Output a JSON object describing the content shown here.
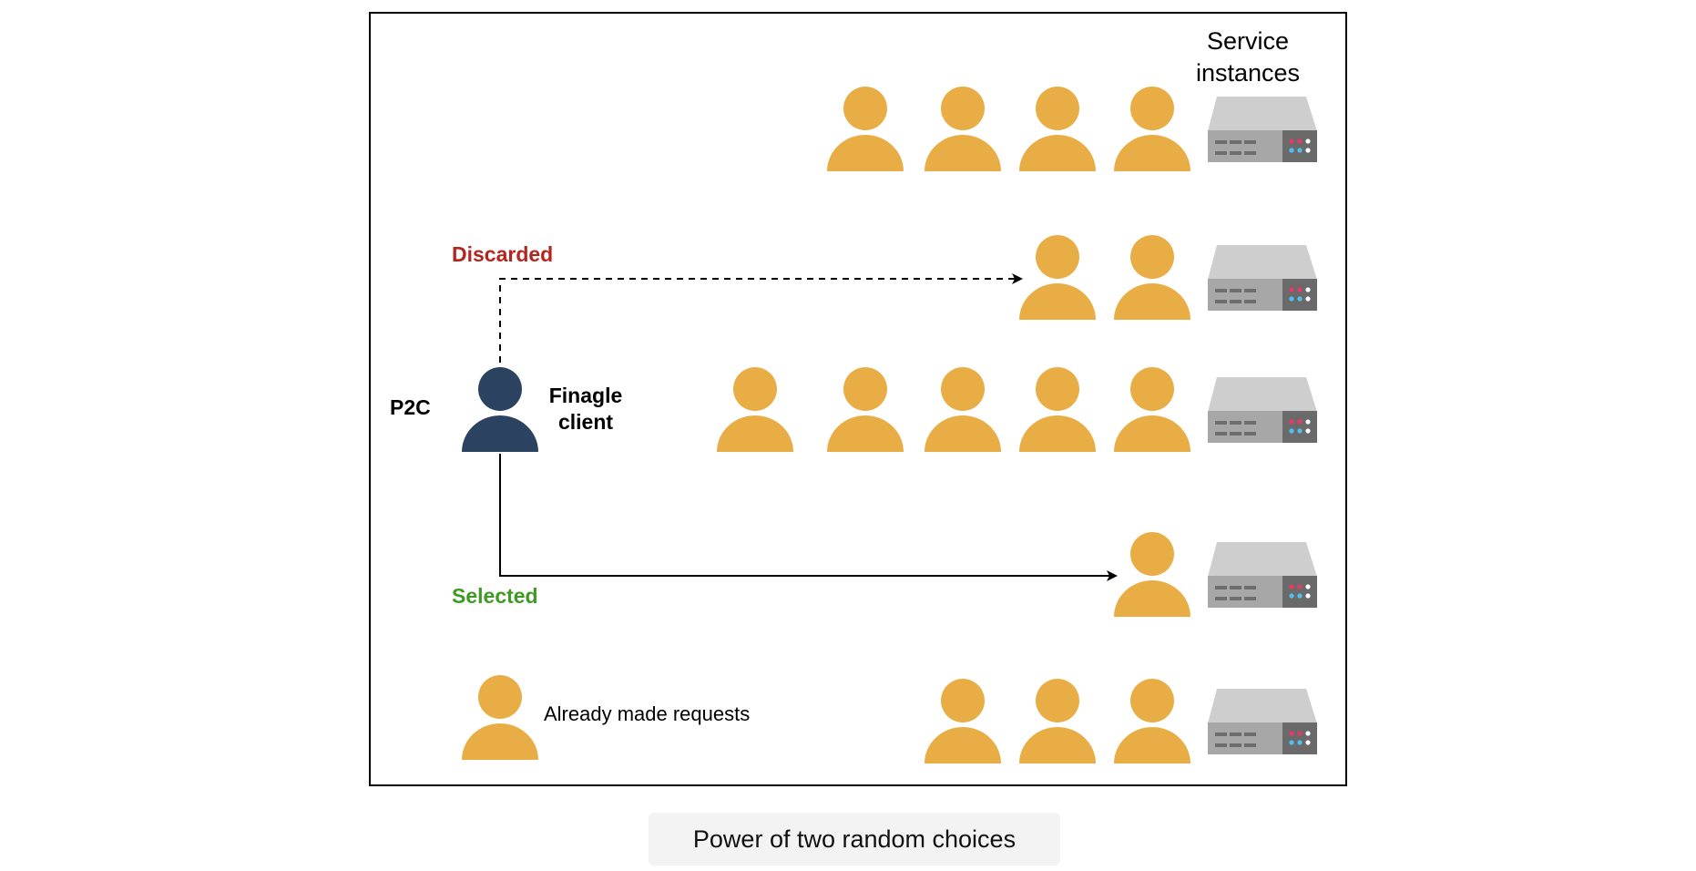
{
  "labels": {
    "service_instances": "Service\ninstances",
    "p2c": "P2C",
    "client": "Finagle\nclient",
    "discarded": "Discarded",
    "selected": "Selected",
    "legend": "Already made requests"
  },
  "caption": "Power of two random choices",
  "colors": {
    "request_person": "#e8ae45",
    "client_person": "#2b4361",
    "discarded_text": "#b5251d",
    "selected_text": "#3f9a25",
    "server_body": "#a7a7a7",
    "server_top": "#cecece",
    "server_panel": "#6a6a6a"
  },
  "icons": {
    "request": "person-icon",
    "client": "client-person-icon",
    "server": "server-icon"
  },
  "instances": [
    {
      "queued_requests": 4
    },
    {
      "queued_requests": 2,
      "choice": "discarded"
    },
    {
      "queued_requests": 5
    },
    {
      "queued_requests": 1,
      "choice": "selected"
    },
    {
      "queued_requests": 3
    }
  ]
}
